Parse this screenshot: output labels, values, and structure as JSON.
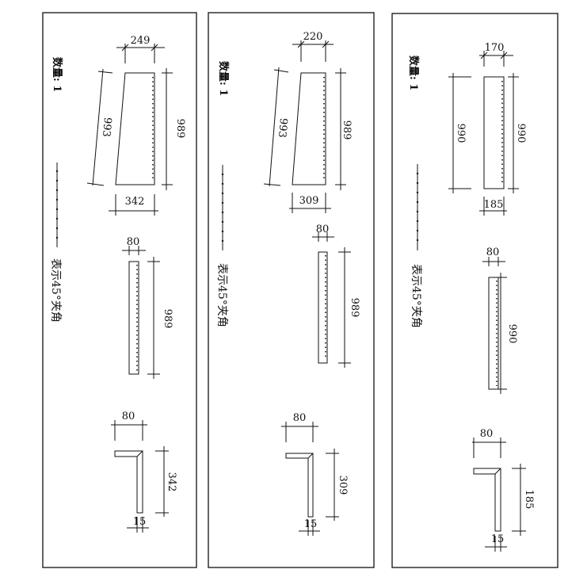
{
  "colors": {
    "line": "#111111",
    "background": "#ffffff"
  },
  "panels": [
    {
      "quantity_label": "数量: 1",
      "legend_label": "表示45°夹角",
      "trap": {
        "top_width": "249",
        "side_length": "993",
        "height": "989",
        "bottom_width": "342"
      },
      "strip": {
        "width": "80",
        "length": "989"
      },
      "section": {
        "flange_width": "80",
        "leg_length": "342",
        "thickness": "15"
      }
    },
    {
      "quantity_label": "数量: 1",
      "legend_label": "表示45°夹角",
      "trap": {
        "top_width": "220",
        "side_length": "993",
        "height": "989",
        "bottom_width": "309"
      },
      "strip": {
        "width": "80",
        "length": "989"
      },
      "section": {
        "flange_width": "80",
        "leg_length": "309",
        "thickness": "15"
      }
    },
    {
      "quantity_label": "数量: 1",
      "legend_label": "表示45°夹角",
      "trap": {
        "top_width": "170",
        "side_length": "990",
        "height": "990",
        "bottom_width": "185"
      },
      "strip": {
        "width": "80",
        "length": "990"
      },
      "section": {
        "flange_width": "80",
        "leg_length": "185",
        "thickness": "15"
      }
    }
  ]
}
